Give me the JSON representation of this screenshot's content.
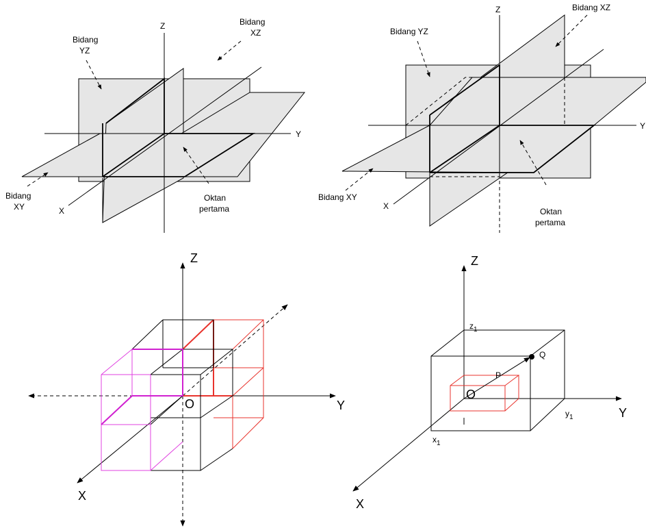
{
  "panel1": {
    "axis_z": "Z",
    "axis_y": "Y",
    "axis_x": "X",
    "bidang_yz_line1": "Bidang",
    "bidang_yz_line2": "YZ",
    "bidang_xz_line1": "Bidang",
    "bidang_xz_line2": "XZ",
    "bidang_xy_line1": "Bidang",
    "bidang_xy_line2": "XY",
    "oktan_line1": "Oktan",
    "oktan_line2": "pertama"
  },
  "panel2": {
    "axis_z": "Z",
    "axis_y": "Y",
    "axis_x": "X",
    "bidang_yz": "Bidang YZ",
    "bidang_xz": "Bidang XZ",
    "bidang_xy": "Bidang XY",
    "oktan_line1": "Oktan",
    "oktan_line2": "pertama"
  },
  "panel3": {
    "axis_z": "Z",
    "axis_y": "Y",
    "axis_x": "X",
    "origin": "O"
  },
  "panel4": {
    "axis_z": "Z",
    "axis_y": "Y",
    "axis_x": "X",
    "origin": "O",
    "point_p": "P",
    "point_q": "Q",
    "x1_base": "x",
    "x1_sub": "1",
    "y1_base": "y",
    "y1_sub": "1",
    "z1_base": "z",
    "z1_sub": "1"
  },
  "colors": {
    "plane_fill": "#e6e6e6",
    "red_octant": "#e8332c",
    "magenta_octant": "#e040e0",
    "line": "#000000"
  }
}
